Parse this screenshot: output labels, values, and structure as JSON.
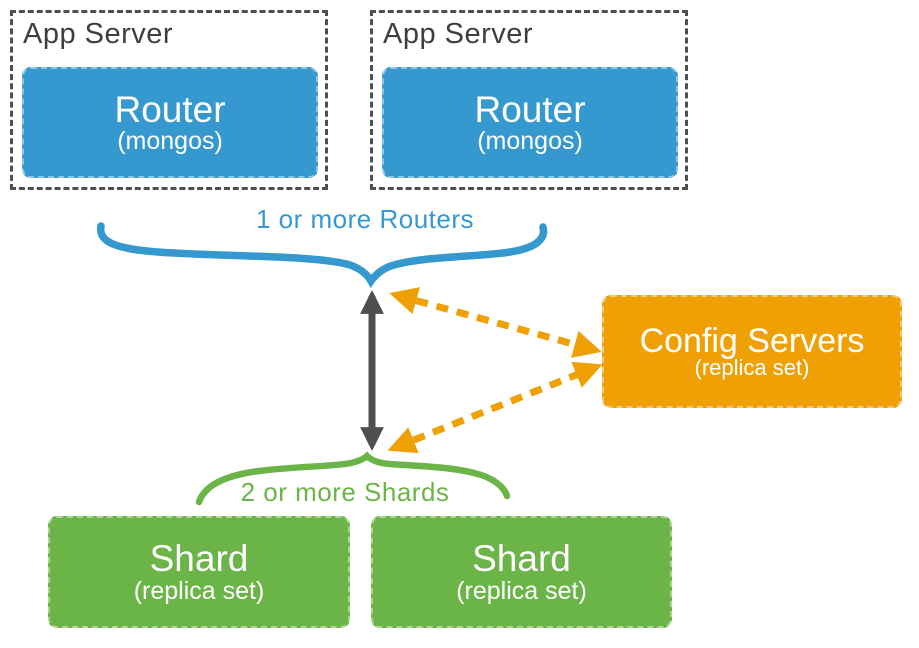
{
  "colors": {
    "blue": "#3598CE",
    "green": "#6BB447",
    "orange": "#EFA005",
    "gray": "#4F4F4F"
  },
  "app_servers": [
    {
      "label": "App Server",
      "router": {
        "title": "Router",
        "subtitle": "(mongos)"
      }
    },
    {
      "label": "App Server",
      "router": {
        "title": "Router",
        "subtitle": "(mongos)"
      }
    }
  ],
  "routers_brace_label": "1 or more Routers",
  "shards_brace_label": "2 or more Shards",
  "config_servers": {
    "title": "Config Servers",
    "subtitle": "(replica set)"
  },
  "shards": [
    {
      "title": "Shard",
      "subtitle": "(replica set)"
    },
    {
      "title": "Shard",
      "subtitle": "(replica set)"
    }
  ]
}
